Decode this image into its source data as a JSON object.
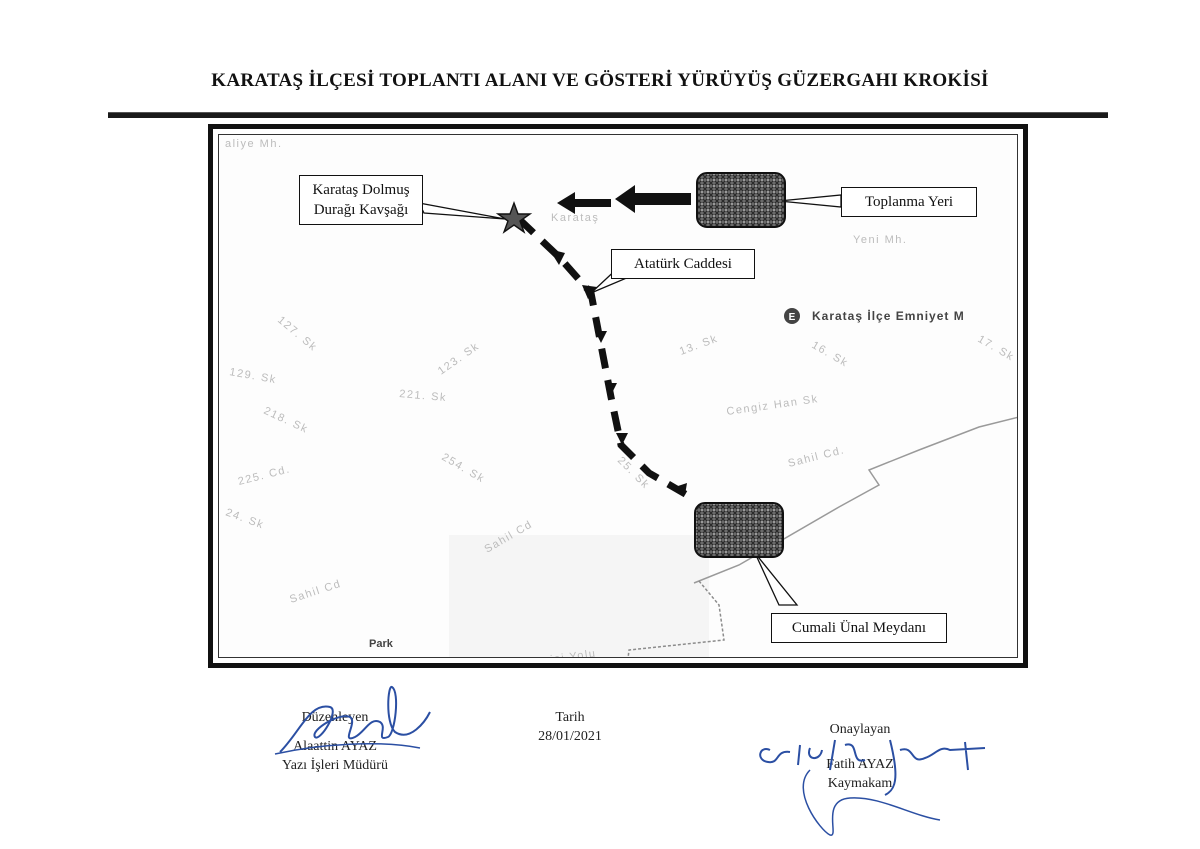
{
  "title": "KARATAŞ İLÇESİ TOPLANTI ALANI VE GÖSTERİ YÜRÜYÜŞ GÜZERGAHI KROKİSİ",
  "map": {
    "callouts": {
      "dolmus_line1": "Karataş Dolmuş",
      "dolmus_line2": "Durağı Kavşağı",
      "toplanma": "Toplanma Yeri",
      "ataturk": "Atatürk Caddesi",
      "cumali": "Cumali Ünal Meydanı"
    },
    "base_labels": {
      "top_left": "aliye Mh.",
      "karatas": "Karataş",
      "yeni_mh": "Yeni Mh.",
      "police": "Karataş İlçe Emniyet M",
      "police_icon": "E",
      "s127": "127. Sk",
      "s123": "123. Sk",
      "s13": "13. Sk",
      "s16": "16. Sk",
      "s17": "17. Sk",
      "s129": "129. Sk",
      "s221": "221. Sk",
      "s218": "218. Sk",
      "cengiz": "Cengiz Han Sk",
      "sahil1": "Sahil Cd.",
      "s225": "225. Cd.",
      "s254": "254. Sk",
      "s25": "25. Sk",
      "s24": "24. Sk",
      "sahil2": "Sahil Cd",
      "sahil3": "Sahil Cd",
      "park": "Park",
      "yolu": "isi Yolu"
    },
    "colors": {
      "route": "#111111",
      "marker_fill": "#4a4a4a",
      "star_fill": "#555555",
      "street": "#bcbcbc",
      "coast": "#9a9a9a"
    }
  },
  "footer": {
    "prepared": {
      "role": "Düzenleyen",
      "name": "Alaattin AYAZ",
      "title": "Yazı İşleri Müdürü"
    },
    "date": {
      "label": "Tarih",
      "value": "28/01/2021"
    },
    "approved": {
      "role": "Onaylayan",
      "name": "Fatih AYAZ",
      "title": "Kaymakam"
    }
  }
}
